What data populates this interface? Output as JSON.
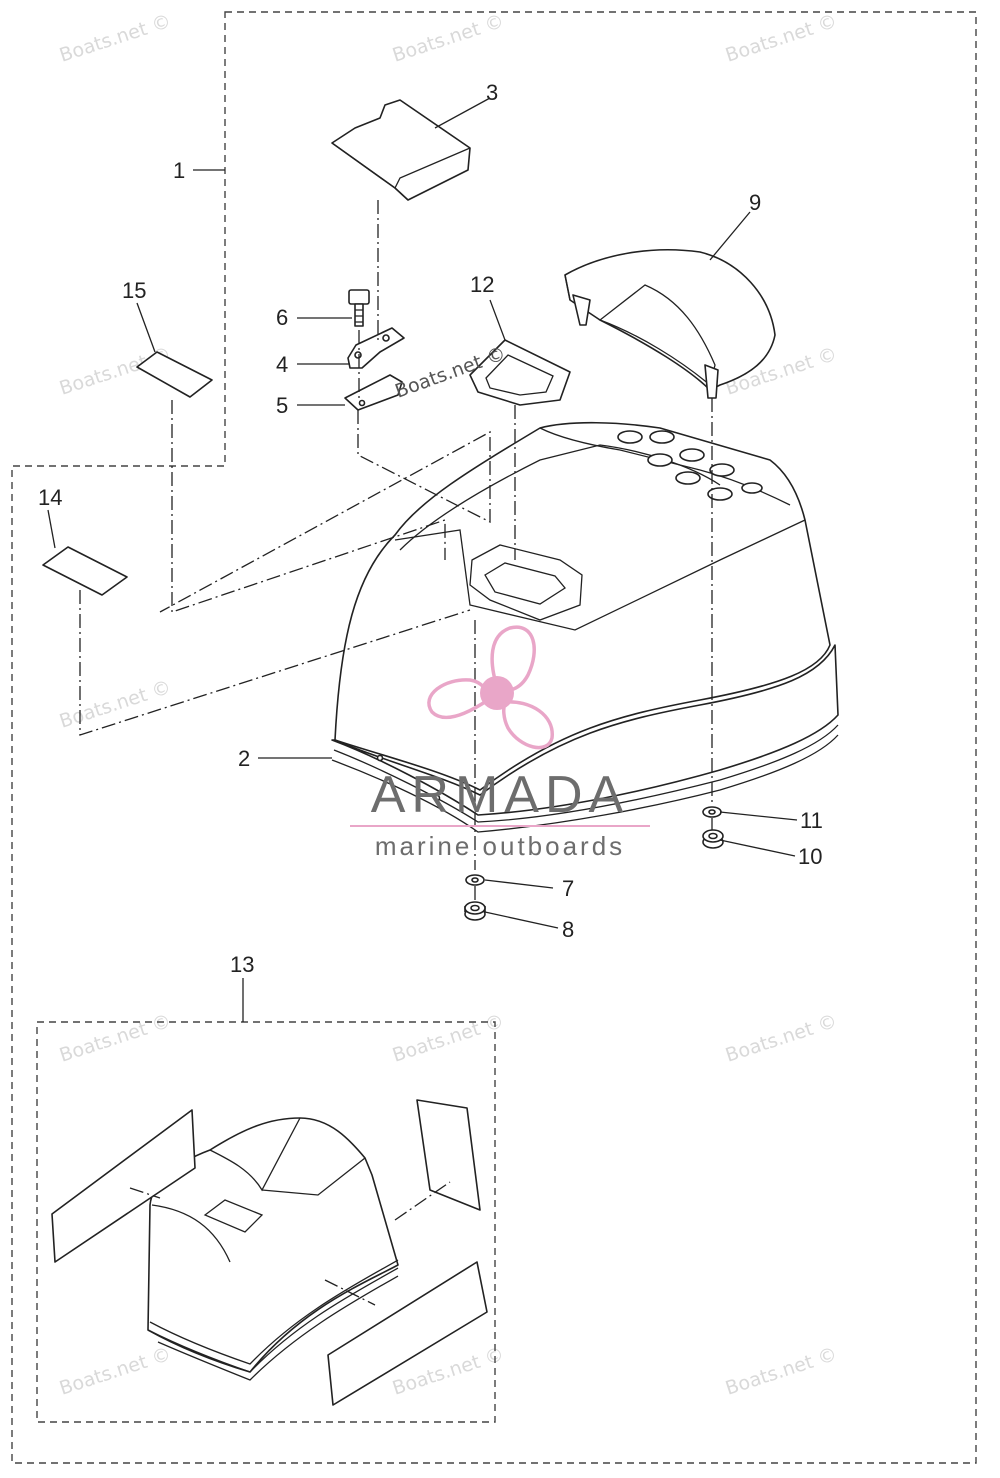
{
  "callouts": [
    "1",
    "2",
    "3",
    "4",
    "5",
    "6",
    "7",
    "8",
    "9",
    "10",
    "11",
    "12",
    "13",
    "14",
    "15"
  ],
  "watermark_text": "Boats.net ©",
  "watermark_color": "#d9d9d9",
  "overlay_logo": {
    "name": "ARMADA",
    "tagline": "marine outboards",
    "accent_color": "#e9a6c8",
    "icon": "propeller-icon"
  }
}
